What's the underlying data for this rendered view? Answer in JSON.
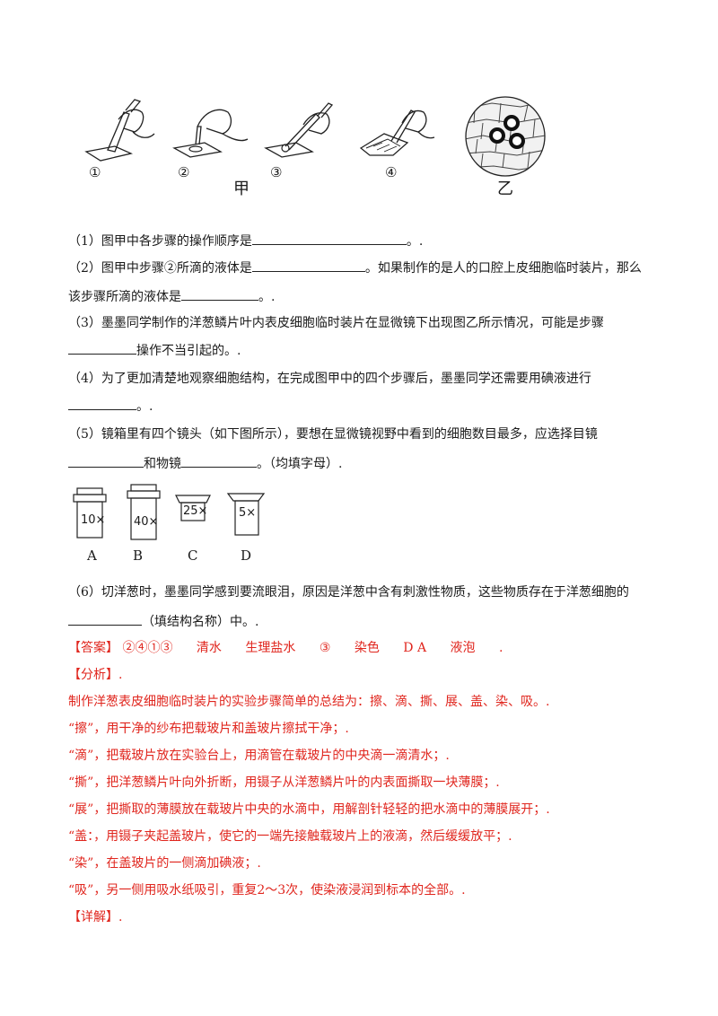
{
  "figure": {
    "steps": [
      "①",
      "②",
      "③",
      "④"
    ],
    "label_jia": "甲",
    "label_yi": "乙"
  },
  "questions": {
    "q1": {
      "text": "（1）图甲中各步骤的操作顺序是",
      "tail": "。."
    },
    "q2a": {
      "text": "（2）图甲中步骤②所滴的液体是",
      "tail": "。如果制作的是人的口腔上皮细胞临时装片，那么"
    },
    "q2b": {
      "text": "该步骤所滴的液体是",
      "tail": "。."
    },
    "q3a": {
      "text": "（3）墨墨同学制作的洋葱鳞片叶内表皮细胞临时装片在显微镜下出现图乙所示情况，可能是步骤"
    },
    "q3b": {
      "tail": "操作不当引起的。."
    },
    "q4a": {
      "text": "（4）为了更加清楚地观察细胞结构，在完成图甲中的四个步骤后，墨墨同学还需要用碘液进行"
    },
    "q4b": {
      "tail": "。."
    },
    "q5a": {
      "text": "（5）镜箱里有四个镜头（如下图所示），要想在显微镜视野中看到的细胞数目最多，应选择目镜"
    },
    "q5b": {
      "mid": "和物镜",
      "tail": "。（均填字母）."
    },
    "q6a": {
      "text": "（6）切洋葱时，墨墨同学感到要流眼泪，原因是洋葱中含有刺激性物质，这些物质存在于洋葱细胞的"
    },
    "q6b": {
      "tail": "（填结构名称）中。."
    }
  },
  "lenses": [
    {
      "letter": "A",
      "mag": "10×"
    },
    {
      "letter": "B",
      "mag": "40×"
    },
    {
      "letter": "C",
      "mag": "25×"
    },
    {
      "letter": "D",
      "mag": "5×"
    }
  ],
  "answer": {
    "label": "【答案】",
    "items": [
      "②④①③",
      "清水",
      "生理盐水",
      "③",
      "染色",
      "D A",
      "液泡",
      "."
    ]
  },
  "analysis": {
    "label": "【分析】.",
    "lines": [
      "制作洋葱表皮细胞临时装片的实验步骤简单的总结为：擦、滴、撕、展、盖、染、吸。.",
      "“擦”，用干净的纱布把载玻片和盖玻片擦拭干净；.",
      "“滴”，把载玻片放在实验台上，用滴管在载玻片的中央滴一滴清水；.",
      "“撕”，把洋葱鳞片叶向外折断，用镊子从洋葱鳞片叶的内表面撕取一块薄膜；.",
      "“展”，把撕取的薄膜放在载玻片中央的水滴中，用解剖针轻轻的把水滴中的薄膜展开；.",
      "“盖：，用镊子夹起盖玻片，使它的一端先接触载玻片上的液滴，然后缓缓放平；.",
      "“染”，在盖玻片的一侧滴加碘液；.",
      "“吸”，另一侧用吸水纸吸引，重复2～3次，使染液浸润到标本的全部。."
    ]
  },
  "detail": {
    "label": "【详解】."
  },
  "colors": {
    "answer": "#e0261e",
    "text": "#1a1a1a"
  }
}
